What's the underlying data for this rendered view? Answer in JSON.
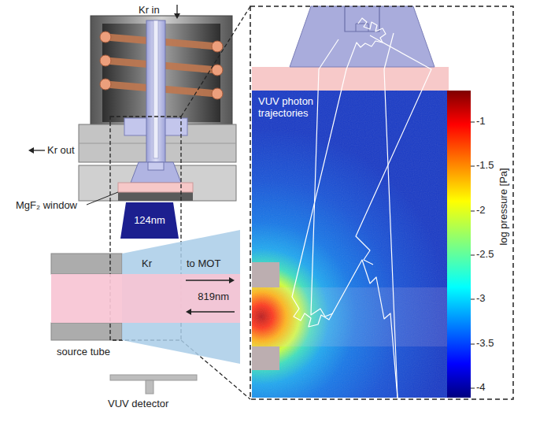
{
  "diagram": {
    "nodes": [
      {
        "text": [
          "124nm"
        ]
      },
      {
        "text": [
          "Kr",
          "to MOT"
        ]
      },
      {
        "text": [
          "819nm"
        ]
      }
    ],
    "labels": [
      "Kr in",
      "Kr out",
      "MgF₂ window",
      "source tube",
      "VUV detector",
      "VUV photon trajectories",
      "-1",
      "-1.5",
      "-2",
      "-2.5",
      "-3",
      "-3.5",
      "-4",
      "log pressure [Pa]"
    ]
  }
}
